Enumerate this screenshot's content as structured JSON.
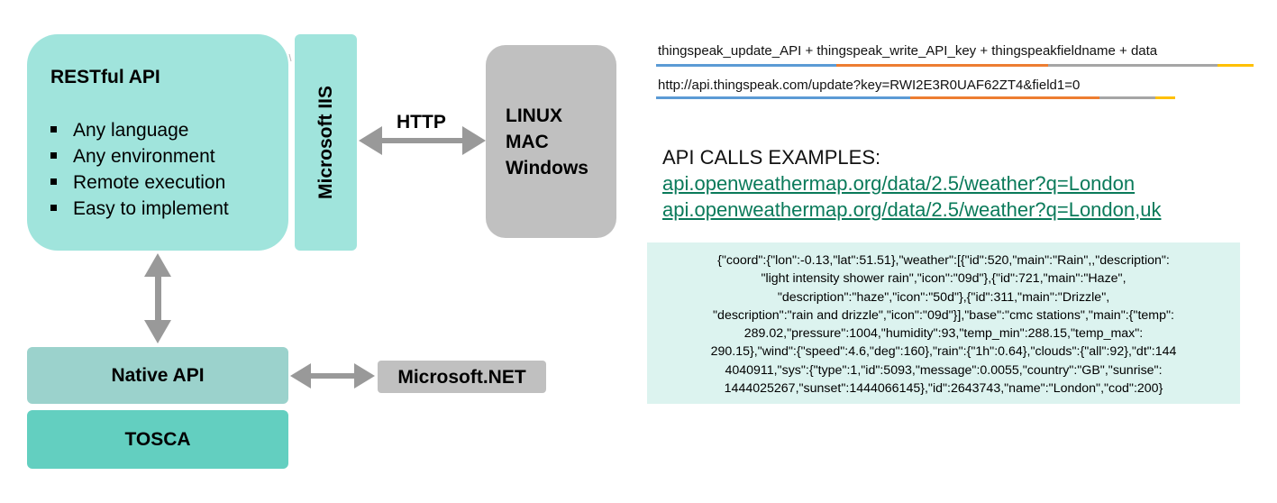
{
  "restful": {
    "title": "RESTful API",
    "items": [
      "Any language",
      "Any environment",
      "Remote execution",
      "Easy to implement"
    ]
  },
  "iis": {
    "label": "Microsoft IIS"
  },
  "os": {
    "lines": [
      "LINUX",
      "MAC",
      "Windows"
    ]
  },
  "http": {
    "label": "HTTP"
  },
  "native_api": {
    "label": "Native API"
  },
  "tosca": {
    "label": "TOSCA"
  },
  "dotnet": {
    "label": "Microsoft.NET"
  },
  "thingspeak": {
    "template_line": "thingspeak_update_API + thingspeak_write_API_key + thingspeakfieldname + data",
    "example_line": "http://api.thingspeak.com/update?key=RWI2E3R0UAF62ZT4&field1=0"
  },
  "api_calls": {
    "heading": "API CALLS EXAMPLES:",
    "links": [
      "api.openweathermap.org/data/2.5/weather?q=London",
      "api.openweathermap.org/data/2.5/weather?q=London,uk"
    ]
  },
  "json_response": {
    "lines": [
      "{\"coord\":{\"lon\":-0.13,\"lat\":51.51},\"weather\":[{\"id\":520,\"main\":\"Rain\",,\"description\":",
      "\"light intensity shower rain\",\"icon\":\"09d\"},{\"id\":721,\"main\":\"Haze\",",
      "\"description\":\"haze\",\"icon\":\"50d\"},{\"id\":311,\"main\":\"Drizzle\",",
      "\"description\":\"rain and drizzle\",\"icon\":\"09d\"}],\"base\":\"cmc stations\",\"main\":{\"temp\":",
      "289.02,\"pressure\":1004,\"humidity\":93,\"temp_min\":288.15,\"temp_max\":",
      "290.15},\"wind\":{\"speed\":4.6,\"deg\":160},\"rain\":{\"1h\":0.64},\"clouds\":{\"all\":92},\"dt\":144",
      "4040911,\"sys\":{\"type\":1,\"id\":5093,\"message\":0.0055,\"country\":\"GB\",\"sunrise\":",
      "1444025267,\"sunset\":1444066145},\"id\":2643743,\"name\":\"London\",\"cod\":200}"
    ]
  },
  "colors": {
    "teal_light": "#a0e4dc",
    "teal_native": "#9bd2cc",
    "teal_tosca": "#63cfc0",
    "gray_box": "#c0c0c0",
    "arrow": "#999999",
    "underline_blue": "#5b9bd5",
    "underline_orange": "#ed7d31",
    "underline_gray": "#a5a5a5",
    "underline_yellow": "#ffc000",
    "link_green": "#0a7a5a",
    "json_bg": "#dcf3ef"
  }
}
